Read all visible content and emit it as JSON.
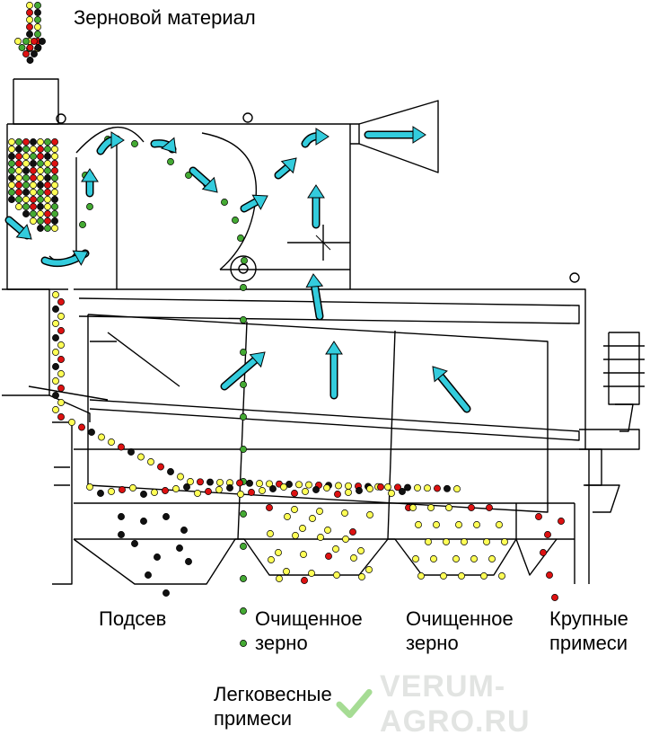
{
  "labels": {
    "input": "Зерновой материал",
    "undersize": "Подсев",
    "clean_grain_1": [
      "Очищенное",
      "зерно"
    ],
    "clean_grain_2": [
      "Очищенное",
      "зерно"
    ],
    "large_impurities": [
      "Крупные",
      "примеси"
    ],
    "light_impurities": [
      "Легковесные",
      "примеси"
    ]
  },
  "watermark": {
    "text": "VERUM-AGRO.RU",
    "icon": "checkmark-leaf-icon"
  },
  "colors": {
    "line": "#000000",
    "air_arrow": "#33ccdd",
    "grain_yellow": "#ffff55",
    "grain_green": "#44aa33",
    "grain_red": "#dd1111",
    "grain_black": "#111111",
    "watermark": "#e2e4e2",
    "watermark_check": "#5cbf3c"
  }
}
